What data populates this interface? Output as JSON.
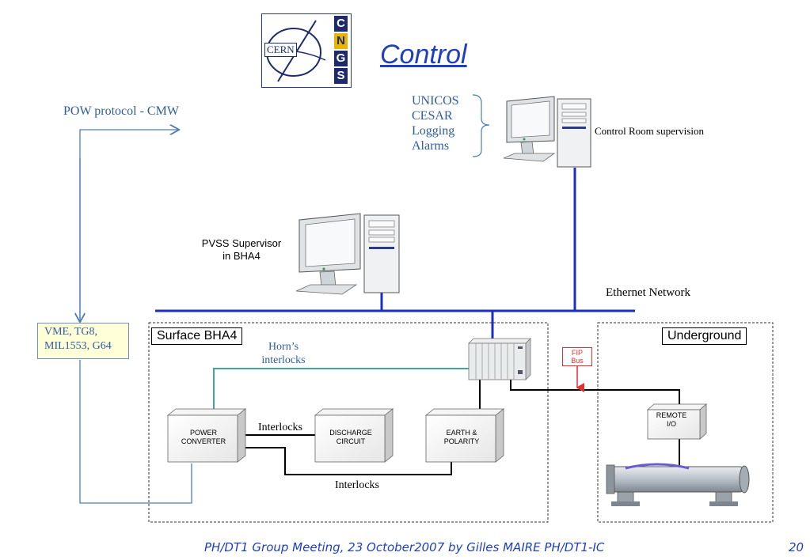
{
  "slide": {
    "title": "Control",
    "footer": "PH/DT1 Group Meeting, 23 October2007 by Gilles MAIRE PH/DT1-IC",
    "page_number": "20"
  },
  "logo": {
    "text": "CERN",
    "letters": [
      "C",
      "N",
      "G",
      "S"
    ]
  },
  "left": {
    "pow_protocol": "POW protocol - CMW",
    "vme_lines": [
      "VME, TG8,",
      "MIL1553, G64"
    ]
  },
  "control_room": {
    "software": [
      "UNICOS",
      "CESAR",
      "Logging",
      "Alarms"
    ],
    "label": "Control Room supervision"
  },
  "pvss": {
    "label_lines": [
      "PVSS Supervisor",
      "in BHA4"
    ]
  },
  "network": {
    "label": "Ethernet Network"
  },
  "surface": {
    "title": "Surface BHA4",
    "horn_interlocks_lines": [
      "Horn’s",
      "interlocks"
    ],
    "power_converter_lines": [
      "POWER",
      "CONVERTER"
    ],
    "discharge_circuit_lines": [
      "DISCHARGE",
      "CIRCUIT"
    ],
    "earth_polarity_lines": [
      "EARTH &",
      "POLARITY"
    ],
    "interlocks_top": "Interlocks",
    "interlocks_bottom": "Interlocks"
  },
  "underground": {
    "title": "Underground",
    "remote_io_lines": [
      "REMOTE",
      "I/O"
    ]
  },
  "fip": {
    "lines": [
      "FIP",
      "Bus"
    ]
  },
  "colors": {
    "network_blue": "#1a2fc0",
    "annotation_blue": "#2f5d9c",
    "title_blue": "#1f3fbf",
    "teal_link": "#3fa89a",
    "fip_red": "#e03030",
    "vme_fill": "#ffffd8"
  },
  "icons": [
    "cern-cngs-logo",
    "monitor-icon",
    "computer-tower-icon",
    "plc-rack-icon",
    "horn-equipment-icon"
  ]
}
